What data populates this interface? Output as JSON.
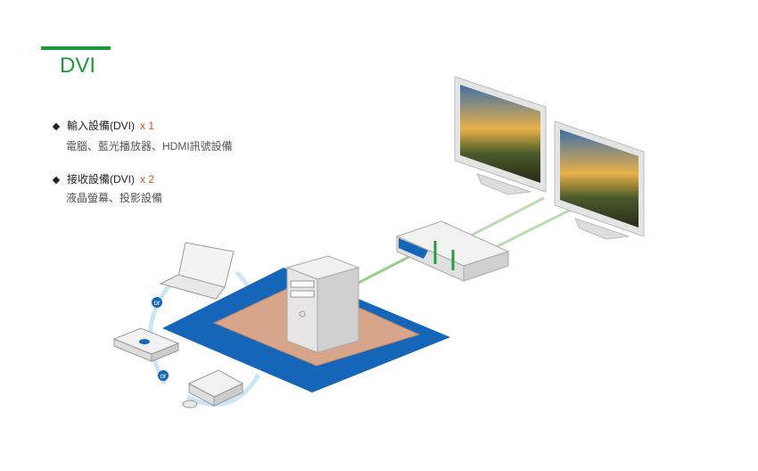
{
  "title": "DVI",
  "inputs": {
    "label": "輸入設備(DVI)",
    "count": "x 1",
    "desc": "電腦、藍光播放器、HDMI訊號設備"
  },
  "outputs": {
    "label": "接收設備(DVI)",
    "count": "x 2",
    "desc": "液晶螢幕、投影設備"
  },
  "or_label": "or",
  "colors": {
    "accent": "#1a9a3c",
    "count": "#d2541e",
    "base": "#1565b8"
  }
}
